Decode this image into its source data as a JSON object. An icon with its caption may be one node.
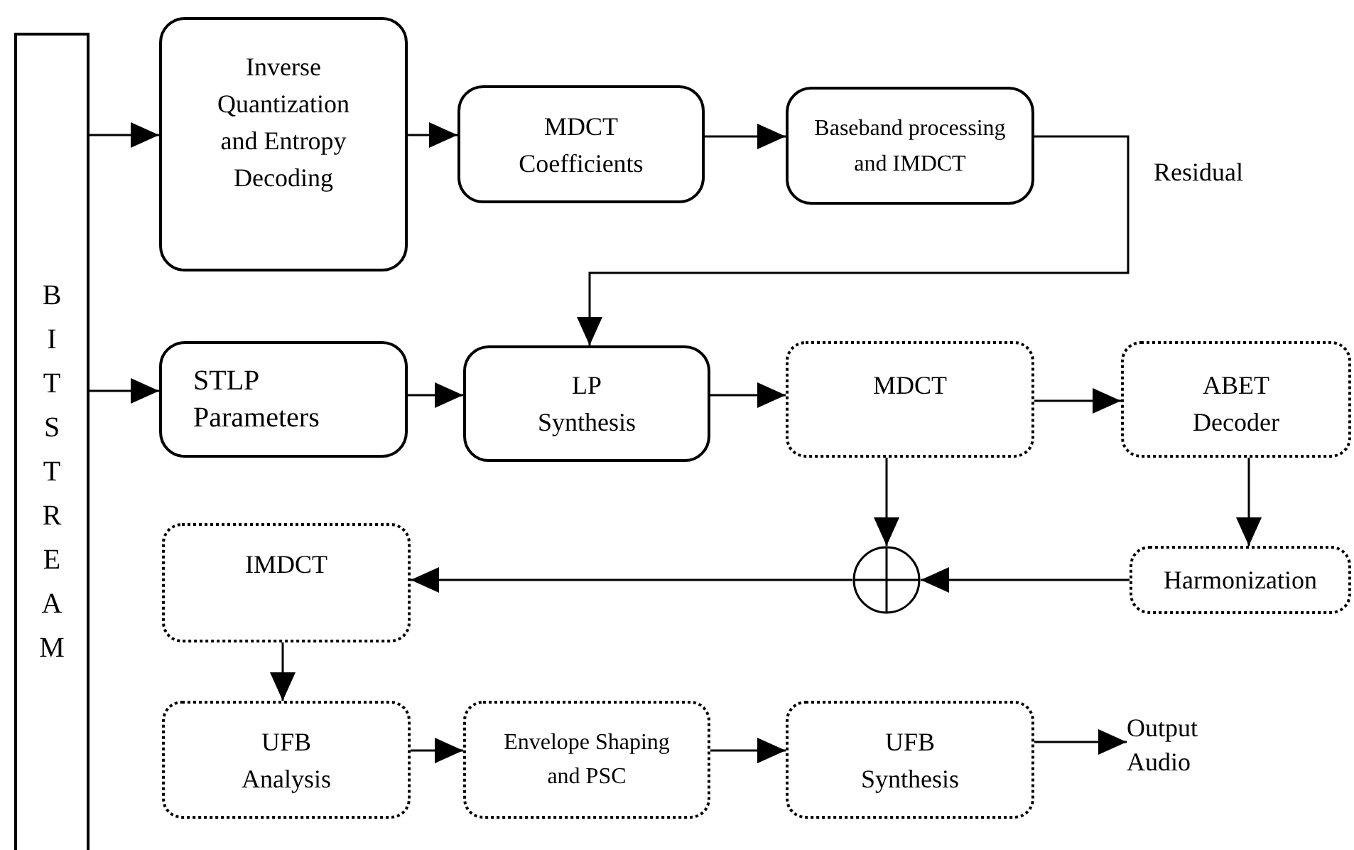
{
  "diagram": {
    "nodes": [
      {
        "text": [
          "BITSTREAM"
        ]
      },
      {
        "text": [
          "Inverse Quantization and Entropy Decoding"
        ]
      },
      {
        "text": [
          "MDCT Coefficients"
        ]
      },
      {
        "text": [
          "Baseband processing and IMDCT"
        ]
      },
      {
        "text": [
          "STLP Parameters"
        ]
      },
      {
        "text": [
          "LP Synthesis"
        ]
      },
      {
        "text": [
          "MDCT"
        ]
      },
      {
        "text": [
          "ABET Decoder"
        ]
      },
      {
        "text": [],
        "shape": "circle"
      },
      {
        "text": [
          "IMDCT"
        ]
      },
      {
        "text": [
          "Harmonization"
        ]
      },
      {
        "text": [
          "UFB Analysis"
        ]
      },
      {
        "text": [
          "Envelope Shaping and PSC"
        ]
      },
      {
        "text": [
          "UFB Synthesis"
        ]
      },
      {
        "text": [
          "Output Audio"
        ]
      }
    ],
    "edges": [
      {
        "from": 0,
        "to": 1,
        "arrow": "to"
      },
      {
        "from": 0,
        "to": 4,
        "arrow": "to"
      },
      {
        "from": 1,
        "to": 2,
        "arrow": "to"
      },
      {
        "from": 2,
        "to": 3,
        "arrow": "to"
      },
      {
        "from": 3,
        "to": 5,
        "arrow": "to",
        "label": "Residual"
      },
      {
        "from": 4,
        "to": 5,
        "arrow": "to"
      },
      {
        "from": 5,
        "to": 6,
        "arrow": "to"
      },
      {
        "from": 6,
        "to": 7,
        "arrow": "to"
      },
      {
        "from": 6,
        "to": 8,
        "arrow": "to"
      },
      {
        "from": 7,
        "to": 10,
        "arrow": "to"
      },
      {
        "from": 10,
        "to": 8,
        "arrow": "to"
      },
      {
        "from": 8,
        "to": 9,
        "arrow": "to"
      },
      {
        "from": 9,
        "to": 11,
        "arrow": "to"
      },
      {
        "from": 11,
        "to": 12,
        "arrow": "to"
      },
      {
        "from": 12,
        "to": 13,
        "arrow": "to"
      },
      {
        "from": 13,
        "to": 14,
        "arrow": "to"
      }
    ]
  }
}
